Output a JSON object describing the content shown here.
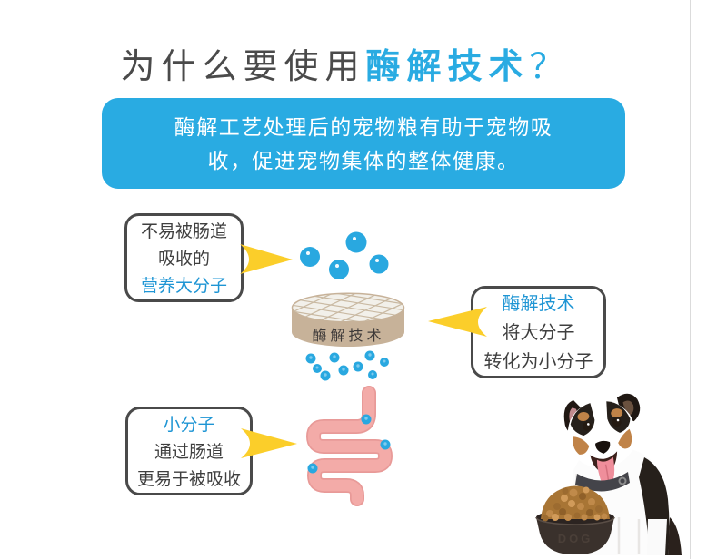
{
  "title": {
    "prefix": "为什么要使用",
    "highlight": "酶解技术",
    "question": "？"
  },
  "banner": {
    "line1": "酶解工艺处理后的宠物粮有助于宠物吸",
    "line2": "收，促进宠物集体的整体健康。"
  },
  "callouts": {
    "large_molecules": {
      "line1": "不易被肠道",
      "line2": "吸收的",
      "line3": "营养大分子"
    },
    "enzyme": {
      "line1": "酶解技术",
      "line2": "将大分子",
      "line3": "转化为小分子"
    },
    "small_molecules": {
      "line1": "小分子",
      "line2": "通过肠道",
      "line3": "更易于被吸收"
    }
  },
  "diagram": {
    "cylinder_label": "酶解技术"
  },
  "dog": {
    "bowl_emboss": "DOG"
  },
  "colors": {
    "accent_blue": "#29ABE2",
    "callout_blue": "#1E95D4",
    "title_gray": "#4A4A4A",
    "arrow_yellow": "#FBCE2A",
    "cylinder_tan": "#C7B299",
    "intestine_pink": "#F3ABA8",
    "molecule_blue": "#29A8E0",
    "edge_line": "#DBDBDB"
  }
}
